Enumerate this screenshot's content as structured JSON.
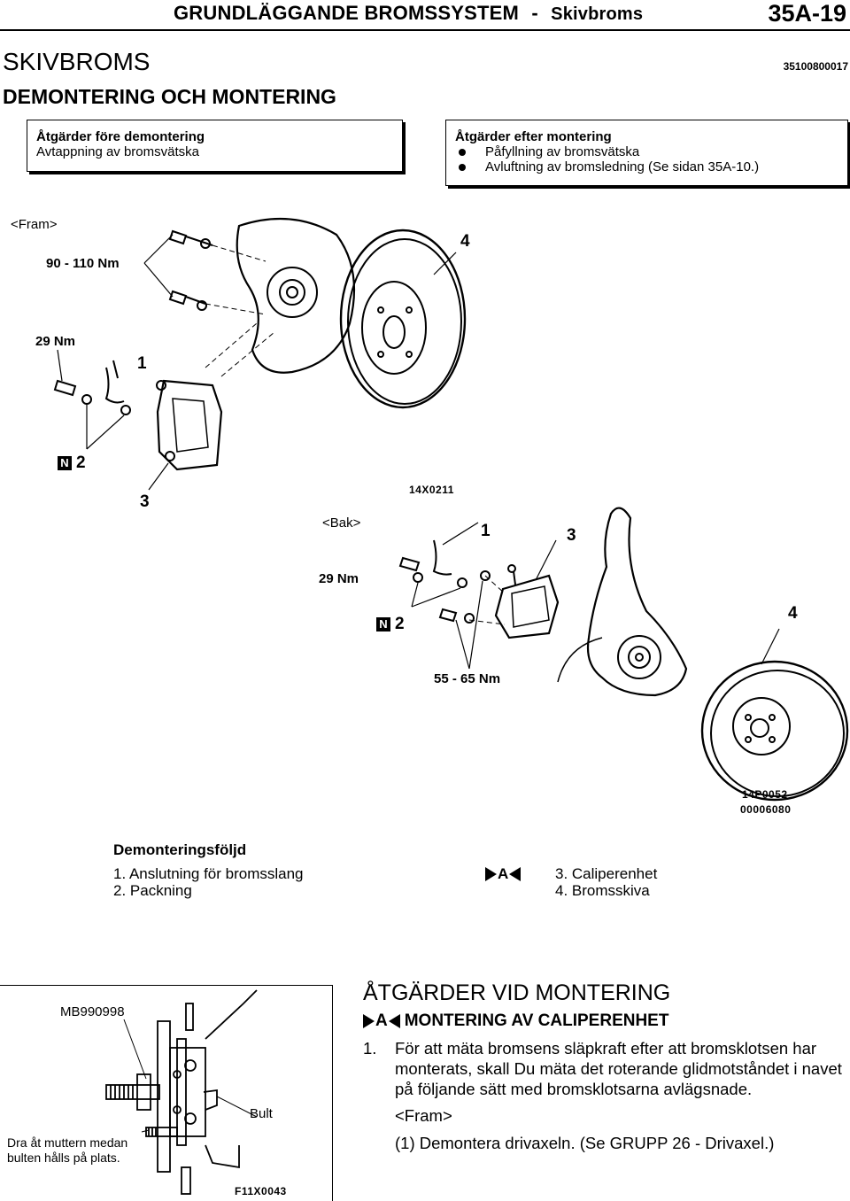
{
  "header": {
    "title": "GRUNDLÄGGANDE BROMSSYSTEM",
    "separator": "-",
    "subtitle": "Skivbroms",
    "page": "35A-19"
  },
  "heading": "SKIVBROMS",
  "doc_number": "35100800017",
  "subheading": "DEMONTERING OCH MONTERING",
  "before_box": {
    "title": "Åtgärder före demontering",
    "line": "Avtappning av bromsvätska"
  },
  "after_box": {
    "title": "Åtgärder efter montering",
    "items": [
      "Påfyllning av bromsvätska",
      "Avluftning av bromsledning (Se sidan 35A-10.)"
    ]
  },
  "figure1": {
    "front_label": "<Fram>",
    "torque1": "90 - 110 Nm",
    "torque2": "29 Nm",
    "part1": "1",
    "part2": "2",
    "part3": "3",
    "part4": "4",
    "n_mark": "N",
    "code": "14X0211"
  },
  "figure2": {
    "rear_label": "<Bak>",
    "torque1": "29 Nm",
    "torque2": "55 - 65 Nm",
    "part1": "1",
    "part2": "2",
    "part3": "3",
    "part4": "4",
    "n_mark": "N",
    "code1": "14P0052",
    "code2": "00006080"
  },
  "sequence": {
    "title": "Demonteringsföljd",
    "items_left": [
      "1. Anslutning för bromsslang",
      "2. Packning"
    ],
    "mark": "A",
    "items_right": [
      "3. Caliperenhet",
      "4. Bromsskiva"
    ]
  },
  "figure3": {
    "tool": "MB990998",
    "bolt": "Bult",
    "note_line1": "Dra åt muttern medan",
    "note_line2": "bulten hålls på plats.",
    "code": "F11X0043"
  },
  "install": {
    "heading": "ÅTGÄRDER VID MONTERING",
    "mark": "A",
    "subheading": "MONTERING AV CALIPERENHET",
    "step_num": "1.",
    "step_text": "För att mäta bromsens släpkraft efter att bromsklotsen har monterats, skall Du mäta det roterande glidmotståndet i navet på följande sätt med bromsklotsarna avlägsnade.",
    "front_label": "<Fram>",
    "substep": "(1) Demontera drivaxeln. (Se GRUPP 26 - Drivaxel.)"
  }
}
